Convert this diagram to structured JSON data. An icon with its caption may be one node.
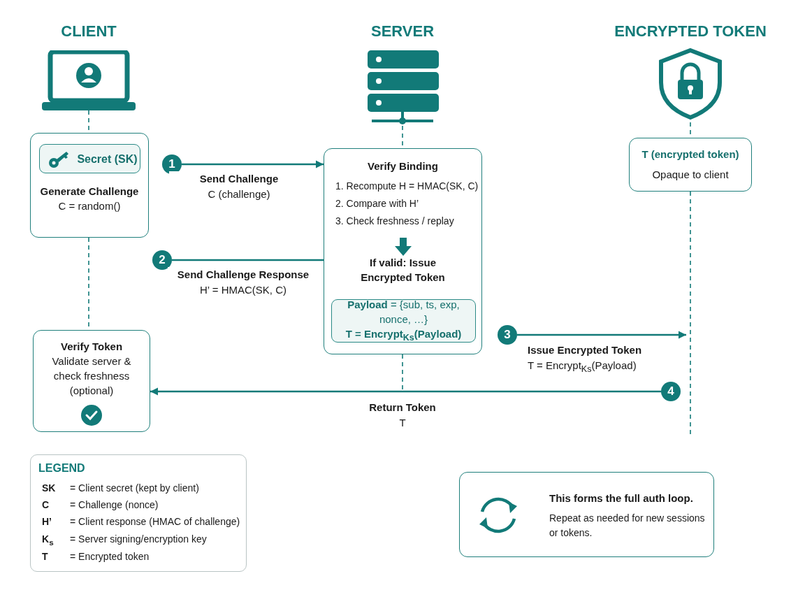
{
  "diagram": {
    "nodes": [
      {
        "text": [
          "Generate Challenge",
          "C = random()"
        ]
      },
      {
        "text": [
          "Secret (SK)"
        ],
        "in": 0
      },
      {
        "text": [
          "1"
        ]
      },
      {
        "text": [
          "Verify Binding",
          "1. Recompute H = HMAC(SK, C)",
          "2. Compare with H’",
          "3. Check freshness / replay",
          "If valid: Issue Encrypted Token"
        ]
      },
      {
        "text": [
          "**Payload** = {sub, ts, exp, nonce, …}",
          "T = Encrypt$_{Ks}$(Payload)"
        ],
        "in": 3
      },
      {
        "text": [
          "T (encrypted token)",
          "Opaque to client"
        ]
      },
      {
        "text": [
          "2"
        ]
      },
      {
        "text": [
          "3"
        ]
      },
      {
        "text": [
          "Verify Token",
          "Validate server & check freshness (optional)"
        ]
      },
      {
        "text": [
          "4"
        ]
      },
      {
        "text": [
          "This forms the full auth loop.",
          "Repeat as needed for new sessions or tokens."
        ]
      }
    ],
    "edges": [
      {
        "from": 2,
        "to": 3,
        "arrow": "to",
        "label": "**Send Challenge** C (challenge)"
      },
      {
        "from": 3,
        "to": 6,
        "arrow": "none",
        "label": "**Send Challenge Response** H’ = HMAC(SK, C)"
      },
      {
        "from": 7,
        "to": null,
        "arrow": "to",
        "label": "**Issue Encrypted Token** T = Encrypt$_{Ks}$(Payload)"
      },
      {
        "from": 9,
        "to": 8,
        "arrow": "to",
        "label": "**Return Token** T"
      },
      {
        "from": 0,
        "to": 8,
        "arrow": "none",
        "style": "dashed"
      },
      {
        "from": 3,
        "to": null,
        "arrow": "none",
        "style": "dashed"
      },
      {
        "from": 5,
        "to": null,
        "arrow": "none",
        "style": "dashed"
      }
    ],
    "labels": [
      "CLIENT",
      "SERVER",
      "ENCRYPTED TOKEN",
      "LEGEND",
      "SK",
      "= Client secret (kept by client)",
      "C",
      "= Challenge (nonce)",
      "H’",
      "= Client response (HMAC of challenge)",
      "K$_{s}$",
      "= Server signing/encryption key",
      "T",
      "= Encrypted token"
    ]
  }
}
